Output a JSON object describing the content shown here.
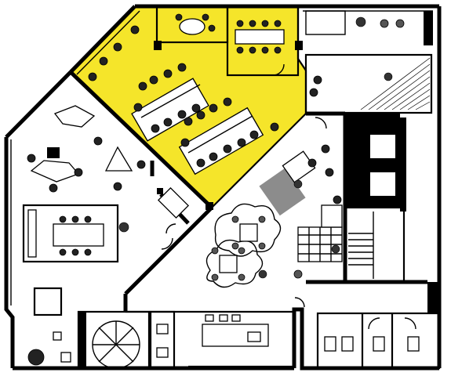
{
  "floor_plan": {
    "zones": [
      {
        "id": "highlighted-open-office",
        "fill": "#f5e52a"
      }
    ],
    "palette": {
      "wall": "#000000",
      "floor": "#ffffff",
      "highlight": "#f5e52a",
      "rug_gray": "#8c8c8c"
    },
    "furniture_groups": [
      "bench-desk-cluster-1",
      "bench-desk-cluster-2",
      "meeting-table-top",
      "meeting-table-left",
      "lounge-seating-left",
      "round-table-cloud-area",
      "kitchen-island",
      "stair-core",
      "restroom-stalls"
    ],
    "icons": [
      "plant-icon",
      "chair-icon",
      "door-swing-icon",
      "stair-icon"
    ]
  }
}
